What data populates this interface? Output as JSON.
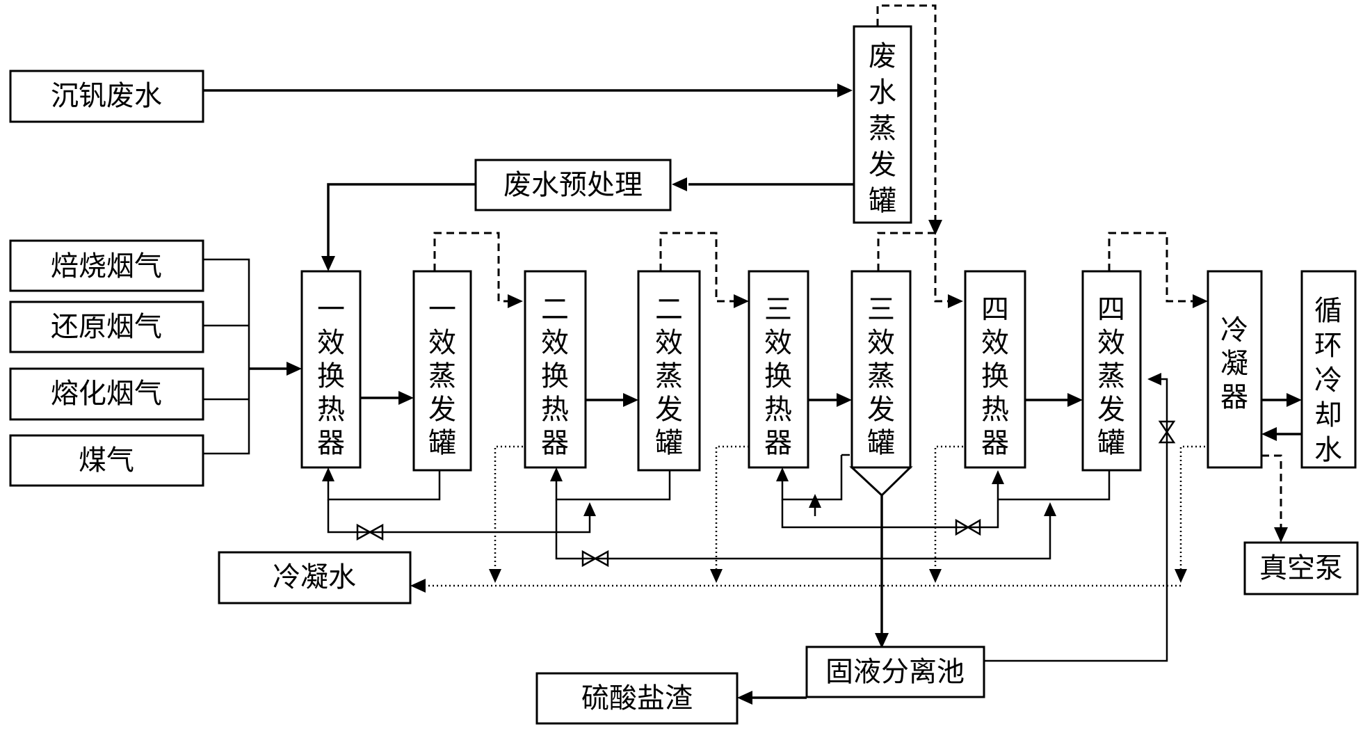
{
  "inputs": {
    "waste_water": "沉钒废水",
    "roasting_gas": "焙烧烟气",
    "reduction_gas": "还原烟气",
    "smelting_gas": "熔化烟气",
    "coal_gas": "煤气"
  },
  "units": {
    "ww_evaporator": "废水蒸发罐",
    "pretreatment": "废水预处理",
    "hx1": "一效换热器",
    "ev1": "一效蒸发罐",
    "hx2": "二效换热器",
    "ev2": "二效蒸发罐",
    "hx3": "三效换热器",
    "ev3": "三效蒸发罐",
    "hx4": "四效换热器",
    "ev4": "四效蒸发罐",
    "condenser": "冷凝器",
    "cooling_water": "循环冷却水"
  },
  "outputs": {
    "condensate": "冷凝水",
    "vacuum_pump": "真空泵",
    "separation_tank": "固液分离池",
    "sulfate_residue": "硫酸盐渣"
  }
}
